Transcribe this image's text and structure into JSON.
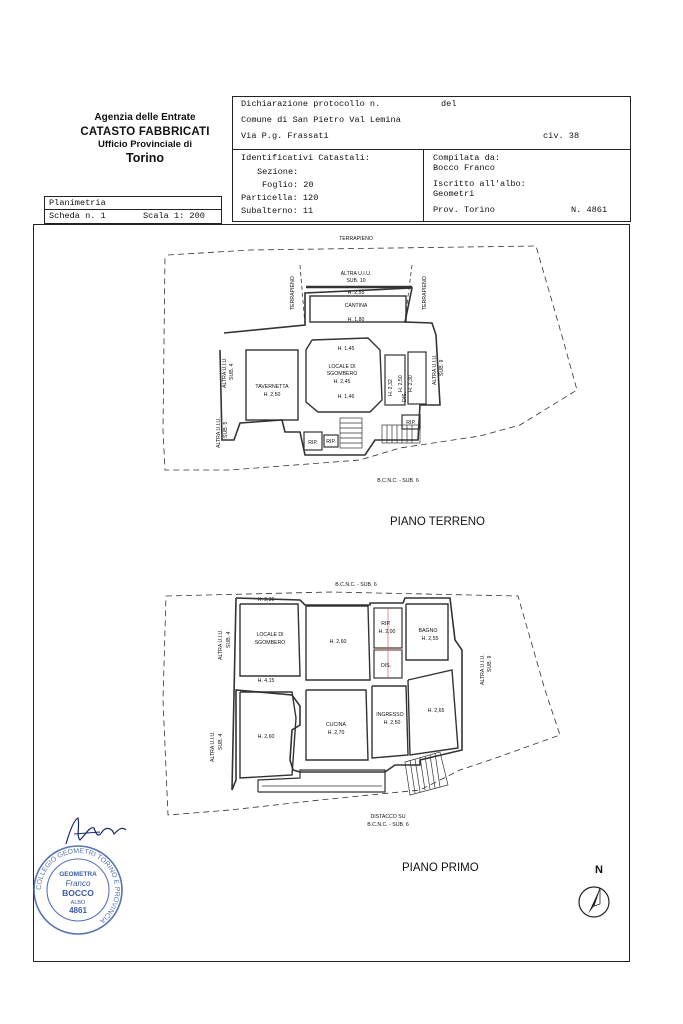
{
  "agency": {
    "line1": "Agenzia delle Entrate",
    "line2": "CATASTO FABBRICATI",
    "line3": "Ufficio Provinciale di",
    "line4": "Torino"
  },
  "planimetria": {
    "title": "Planimetria",
    "scheda": "Scheda n. 1",
    "scala": "Scala 1: 200"
  },
  "header": {
    "dichiarazione": "Dichiarazione protocollo n.",
    "del": "del",
    "comune": "Comune di San Pietro Val Lemina",
    "via": "Via P.g. Frassati",
    "civ": "civ. 38"
  },
  "catastali": {
    "title": "Identificativi Catastali:",
    "sezione": "Sezione:",
    "foglio": "Foglio: 20",
    "particella": "Particella: 120",
    "subalterno": "Subalterno: 11"
  },
  "compilata": {
    "label": "Compilata da:",
    "name": "Bocco Franco",
    "iscritto": "Iscritto all'albo:",
    "albo": "Geometri",
    "prov": "Prov. Torino",
    "numero": "N. 4861"
  },
  "plans": {
    "terreno": {
      "title": "PIANO TERRENO",
      "labels": {
        "terrapieno_top": "TERRAPIENO",
        "terrapieno_left": "TERRAPIENO",
        "terrapieno_right": "TERRAPIENO",
        "altra_sub10": "ALTRA U.I.U.",
        "sub10": "SUB. 10",
        "h255": "H. 2,55",
        "cantina": "CANTINA",
        "h180": "H. 1,80",
        "h145": "H. 1,45",
        "locale": "LOCALE DI",
        "sgombero": "SGOMBERO",
        "h245": "H. 2,45",
        "h146": "H. 1,46",
        "tavernetta": "TAVERNETTA",
        "h250": "H. 2,50",
        "altra_sub4": "ALTRA U.I.U.",
        "sub4": "SUB. 4",
        "altra_sub5": "ALTRA U.I.U.",
        "sub5": "SUB. 5",
        "altra_sub9": "ALTRA U.I.U.",
        "sub9": "SUB. 9",
        "rip1": "RIP.",
        "rip2": "RIP.",
        "rip3": "RIP.",
        "h250b": "H. 2,50",
        "h230": "H. 2,30",
        "h232": "H. 2,32",
        "dis": "DIS.",
        "bcnc": "B.C.N.C. - SUB. 6"
      }
    },
    "primo": {
      "title": "PIANO PRIMO",
      "labels": {
        "bcnc_top": "B.C.N.C. - SUB. 6",
        "h236": "H. 2,36",
        "altra_sub4a": "ALTRA U.I.U.",
        "sub4a": "SUB. 4",
        "locale": "LOCALE DI",
        "sgombero": "SGOMBERO",
        "h260": "H. 2,60",
        "rip": "RIP.",
        "h200": "H. 2,00",
        "dis": "DIS.",
        "bagno": "BAGNO",
        "h255": "H. 2,55",
        "altra_sub9": "ALTRA U.I.U.",
        "sub9": "SUB. 9",
        "h415": "H. 4,15",
        "altra_sub4b": "ALTRA U.I.U.",
        "sub4b": "SUB. 4",
        "h260b": "H. 2,60",
        "cucina": "CUCINA",
        "h270": "H. 2,70",
        "ingresso": "INGRESSO",
        "h250": "H. 2,50",
        "h265": "H. 2,65",
        "distacco": "DISTACCO SU",
        "bcnc_bottom": "B.C.N.C. - SUB. 6"
      }
    }
  },
  "stamp": {
    "ring": "COLLEGIO GEOMETRI TORINO E PROVINCIA",
    "geometra": "GEOMETRA",
    "name1": "Franco",
    "name2": "BOCCO",
    "albo": "ALBO",
    "num": "4861"
  },
  "north": "N"
}
